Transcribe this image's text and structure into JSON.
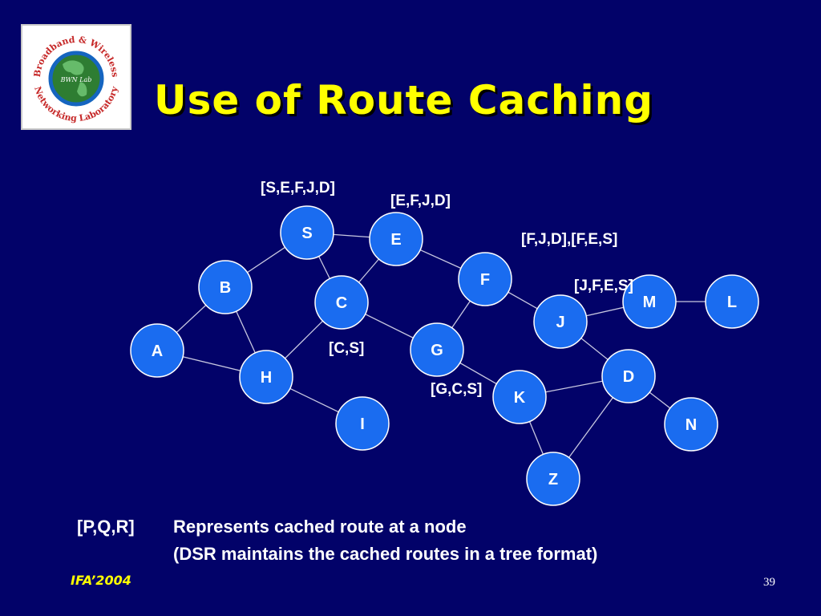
{
  "logo": {
    "text_top": "Broadband & Wireless",
    "text_bottom": "Networking Laboratory",
    "center_text": "BWN Lab"
  },
  "title": "Use of Route Caching",
  "nodes": [
    {
      "id": "S",
      "label": "S"
    },
    {
      "id": "E",
      "label": "E"
    },
    {
      "id": "F",
      "label": "F"
    },
    {
      "id": "B",
      "label": "B"
    },
    {
      "id": "C",
      "label": "C"
    },
    {
      "id": "M",
      "label": "M"
    },
    {
      "id": "L",
      "label": "L"
    },
    {
      "id": "J",
      "label": "J"
    },
    {
      "id": "A",
      "label": "A"
    },
    {
      "id": "G",
      "label": "G"
    },
    {
      "id": "H",
      "label": "H"
    },
    {
      "id": "D",
      "label": "D"
    },
    {
      "id": "K",
      "label": "K"
    },
    {
      "id": "I",
      "label": "I"
    },
    {
      "id": "N",
      "label": "N"
    },
    {
      "id": "Z",
      "label": "Z"
    }
  ],
  "edges": [
    [
      "S",
      "E"
    ],
    [
      "S",
      "B"
    ],
    [
      "S",
      "C"
    ],
    [
      "E",
      "C"
    ],
    [
      "E",
      "F"
    ],
    [
      "B",
      "A"
    ],
    [
      "B",
      "H"
    ],
    [
      "A",
      "H"
    ],
    [
      "C",
      "H"
    ],
    [
      "C",
      "G"
    ],
    [
      "F",
      "J"
    ],
    [
      "F",
      "G"
    ],
    [
      "J",
      "M"
    ],
    [
      "M",
      "L"
    ],
    [
      "J",
      "D"
    ],
    [
      "G",
      "K"
    ],
    [
      "H",
      "I"
    ],
    [
      "K",
      "D"
    ],
    [
      "K",
      "Z"
    ],
    [
      "D",
      "Z"
    ],
    [
      "D",
      "N"
    ]
  ],
  "route_caches": [
    {
      "node": "S",
      "text": "[S,E,F,J,D]"
    },
    {
      "node": "E",
      "text": "[E,F,J,D]"
    },
    {
      "node": "F",
      "text": "[F,J,D],[F,E,S]"
    },
    {
      "node": "J",
      "text": "[J,F,E,S]"
    },
    {
      "node": "C",
      "text": "[C,S]"
    },
    {
      "node": "G",
      "text": "[G,C,S]"
    }
  ],
  "legend": {
    "key": "[P,Q,R]",
    "line1": "Represents cached route at a node",
    "line2": "(DSR maintains the cached routes in a tree format)"
  },
  "footer": {
    "left": "IFA’2004",
    "page_number": "39"
  },
  "colors": {
    "background": "#020269",
    "node_fill": "#1a6cf0",
    "node_stroke": "#ffffff",
    "edge": "#c8c8e0",
    "title": "#ffff00"
  }
}
